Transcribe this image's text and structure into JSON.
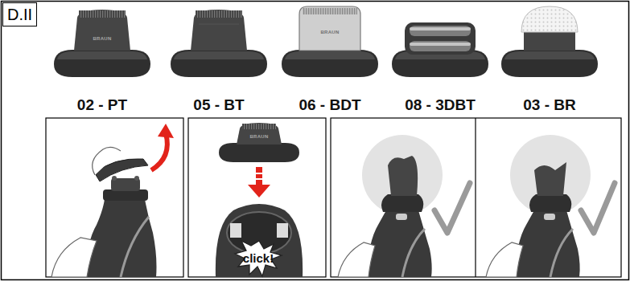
{
  "diagram": {
    "nodes": [
      {
        "text": [
          "D.II"
        ]
      }
    ],
    "labels": [
      "02 - PT",
      "05 - BT",
      "06 - BDT",
      "08 - 3DBT",
      "03 - BR",
      "BRAUN",
      "BRAUN",
      "BRAUN",
      "click!"
    ]
  }
}
